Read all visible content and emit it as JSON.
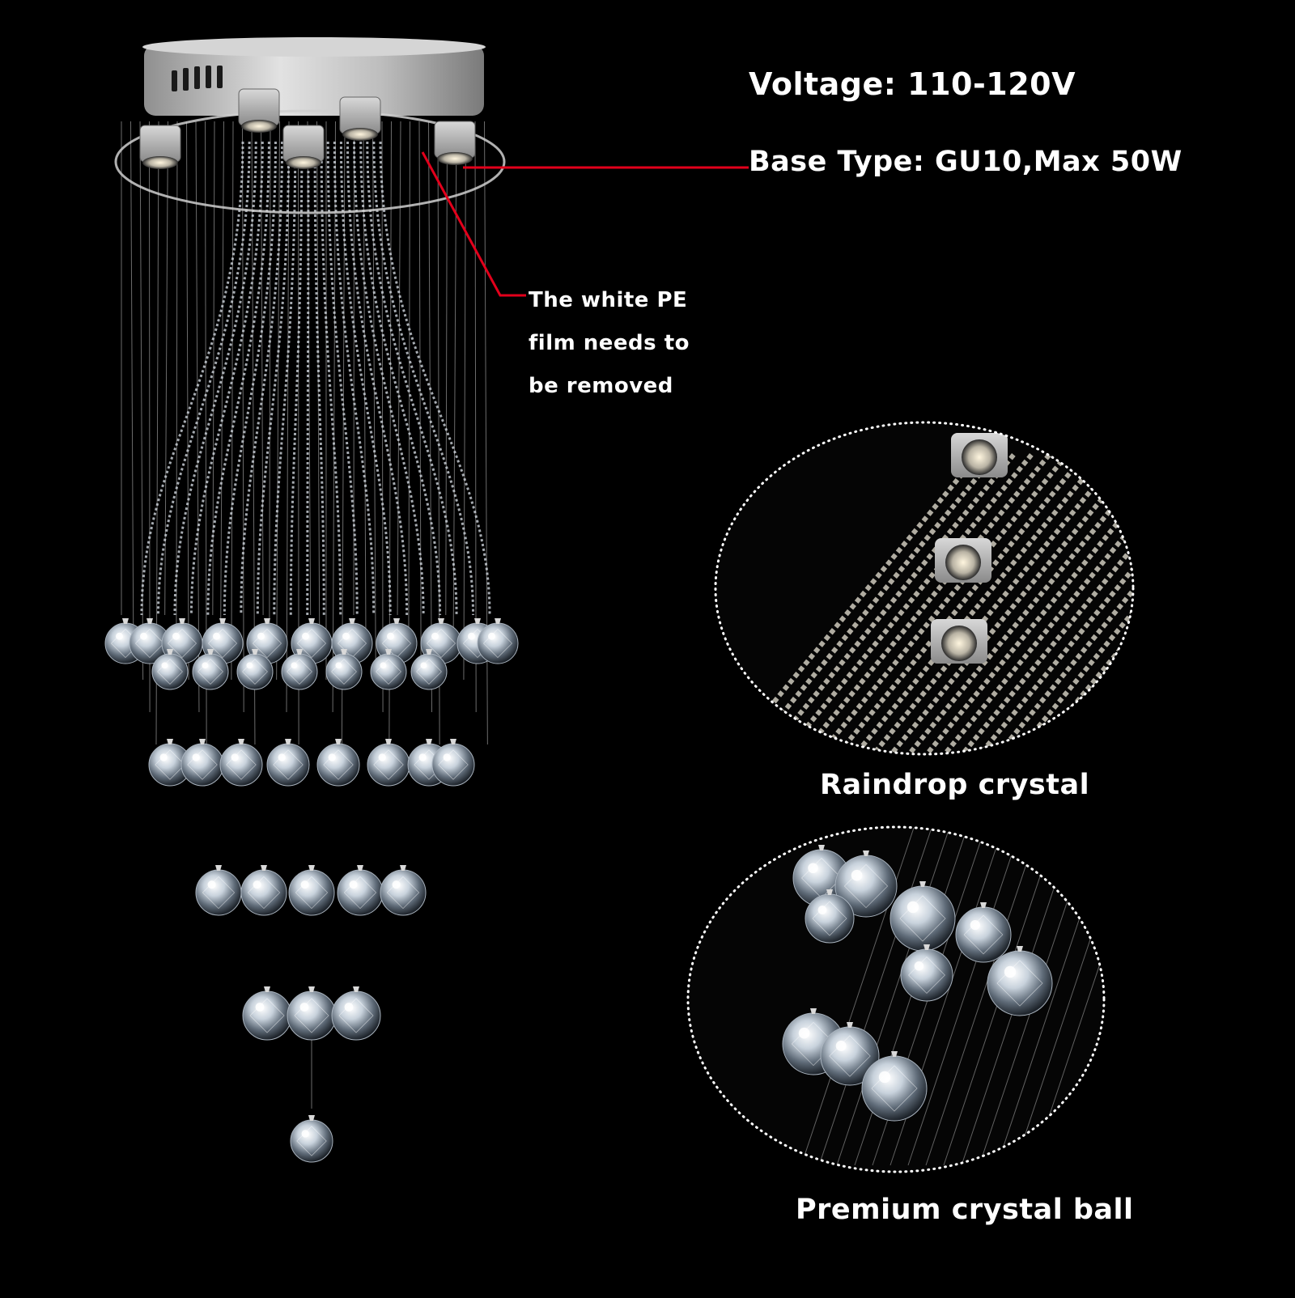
{
  "specs": {
    "voltage": "Voltage: 110-120V",
    "base_type": "Base Type: GU10,Max 50W"
  },
  "callout": {
    "pe_film_lines": [
      "The white PE",
      "film needs to",
      "be removed"
    ],
    "line_color": "#e3001b"
  },
  "details": {
    "raindrop_caption": "Raindrop crystal",
    "ball_caption": "Premium crystal ball"
  },
  "colors": {
    "background": "#000000",
    "text": "#ffffff",
    "chrome": "#c9c9c9",
    "crystal": "#e6ecf2"
  }
}
